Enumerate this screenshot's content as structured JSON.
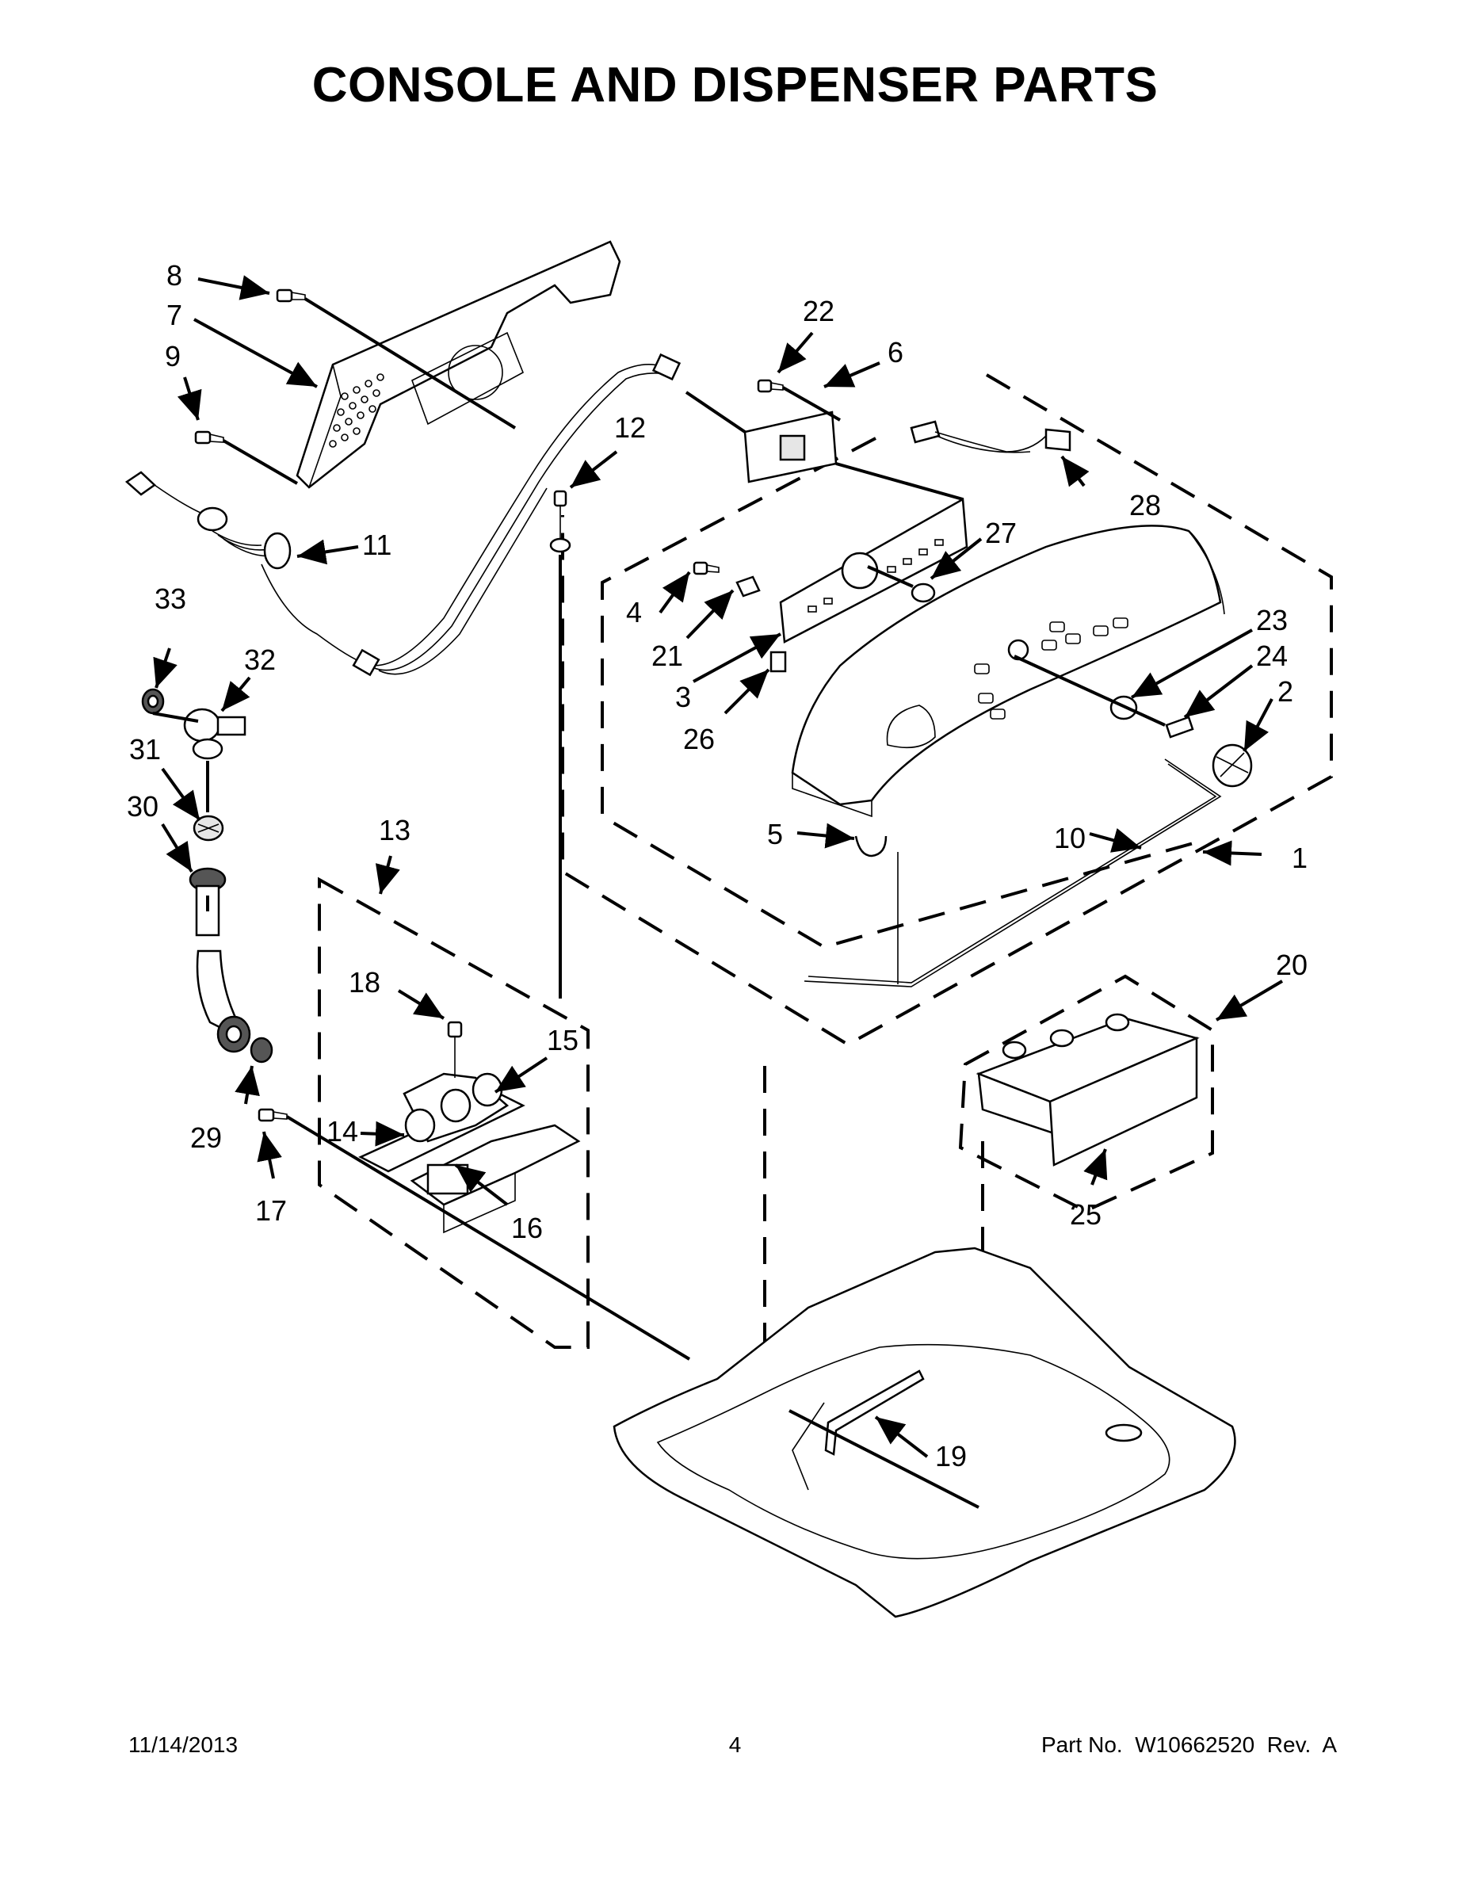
{
  "title": "CONSOLE AND DISPENSER PARTS",
  "callouts": [
    "1",
    "2",
    "3",
    "4",
    "5",
    "6",
    "7",
    "8",
    "9",
    "10",
    "11",
    "12",
    "13",
    "14",
    "15",
    "16",
    "17",
    "18",
    "19",
    "20",
    "21",
    "22",
    "23",
    "24",
    "25",
    "26",
    "27",
    "28",
    "29",
    "30",
    "31",
    "32",
    "33"
  ],
  "footer": {
    "date": "11/14/2013",
    "page": "4",
    "part_number": "Part No.  W10662520  Rev.  A"
  }
}
